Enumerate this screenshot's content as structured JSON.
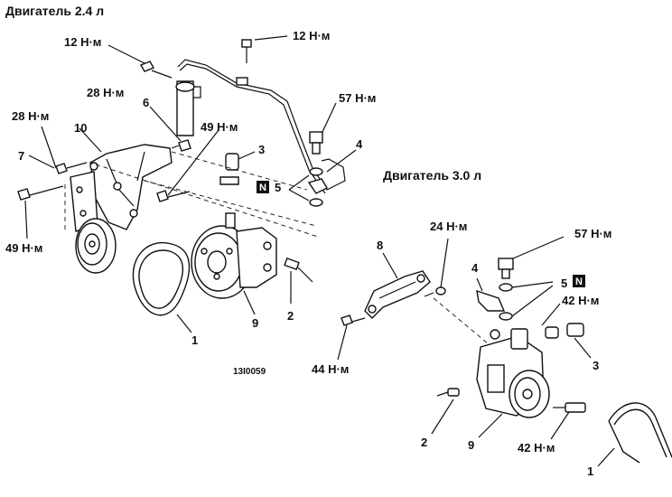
{
  "titles": {
    "engine_24": "Двигатель 2.4 л",
    "engine_30": "Двигатель 3.0 л"
  },
  "torques": {
    "t12a": "12 Н·м",
    "t12b": "12 Н·м",
    "t28a": "28 Н·м",
    "t28b": "28 Н·м",
    "t49a": "49 Н·м",
    "t49b": "49 Н·м",
    "t57a": "57 Н·м",
    "t24": "24 Н·м",
    "t57b": "57 Н·м",
    "t42a": "42 Н·м",
    "t44": "44 Н·м",
    "t42b": "42 Н·м"
  },
  "parts": {
    "p6": "6",
    "p10": "10",
    "p7": "7",
    "p3a": "3",
    "p4a": "4",
    "p5a": "5",
    "p2a": "2",
    "p9a": "9",
    "p1a": "1",
    "p8": "8",
    "p4b": "4",
    "p5b": "5",
    "p3b": "3",
    "p2b": "2",
    "p9b": "9",
    "p1b": "1"
  },
  "badges": {
    "n1": "N",
    "n2": "N"
  },
  "figure_code": "13I0059"
}
